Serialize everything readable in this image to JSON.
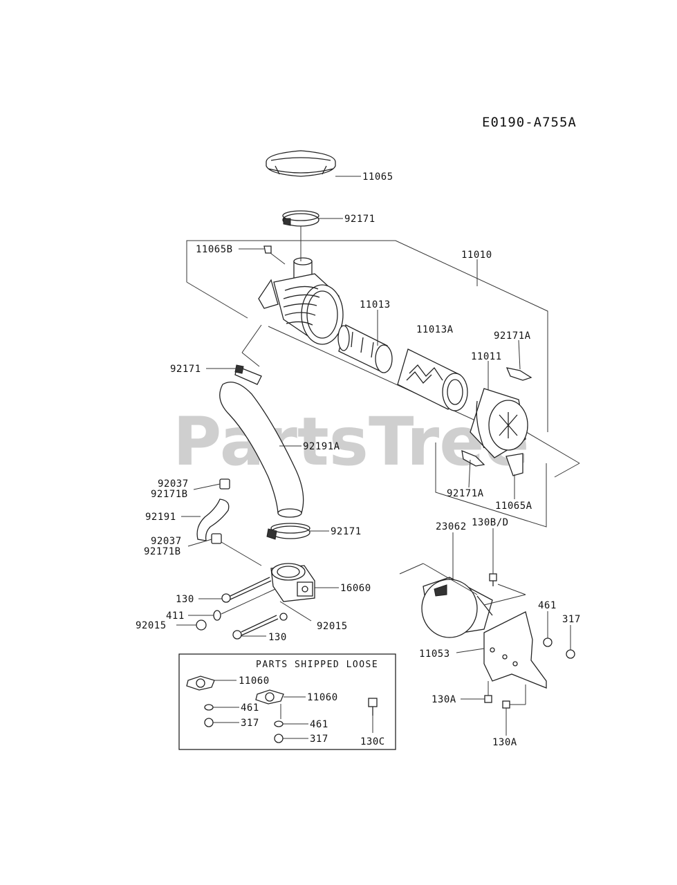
{
  "diagram_code": "E0190-A755A",
  "watermark": "PartsTree",
  "loose_box": {
    "title": "PARTS SHIPPED LOOSE"
  },
  "labels": {
    "p11065": "11065",
    "p92171_top": "92171",
    "p11065B": "11065B",
    "p11010": "11010",
    "p11013": "11013",
    "p11013A": "11013A",
    "p92171A_r": "92171A",
    "p11011": "11011",
    "p92171_left": "92171",
    "p92191A": "92191A",
    "p92171A_b": "92171A",
    "p11065A": "11065A",
    "p92037_a": "92037",
    "p92171B_a": "92171B",
    "p92191": "92191",
    "p92171_mid": "92171",
    "p92037_b": "92037",
    "p92171B_b": "92171B",
    "p23062": "23062",
    "p130BD": "130B/D",
    "p16060": "16060",
    "p130_a": "130",
    "p411": "411",
    "p92015_l": "92015",
    "p130_b": "130",
    "p92015_r": "92015",
    "p461_r": "461",
    "p317_r": "317",
    "p11053": "11053",
    "p130A_a": "130A",
    "p130A_b": "130A",
    "p11060_a": "11060",
    "p461_a": "461",
    "p317_a": "317",
    "p11060_b": "11060",
    "p461_b": "461",
    "p317_b": "317",
    "p130C": "130C"
  }
}
